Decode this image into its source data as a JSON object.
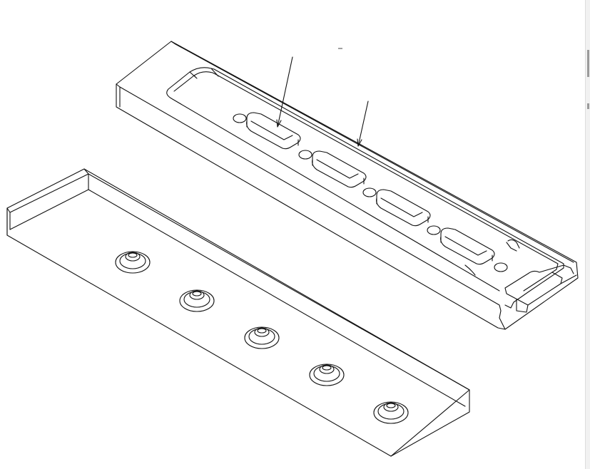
{
  "figure": {
    "kind": "isometric line drawing",
    "parts": [
      "upper-rail-plate",
      "lower-base-plate"
    ],
    "slot_count": 4,
    "small_hole_count": 5,
    "counterbored_hole_count": 5,
    "leader_line_count": 2
  },
  "colors": {
    "background": "#ffffff",
    "line": "#111111",
    "edge_strip": "#f1f1f1"
  }
}
